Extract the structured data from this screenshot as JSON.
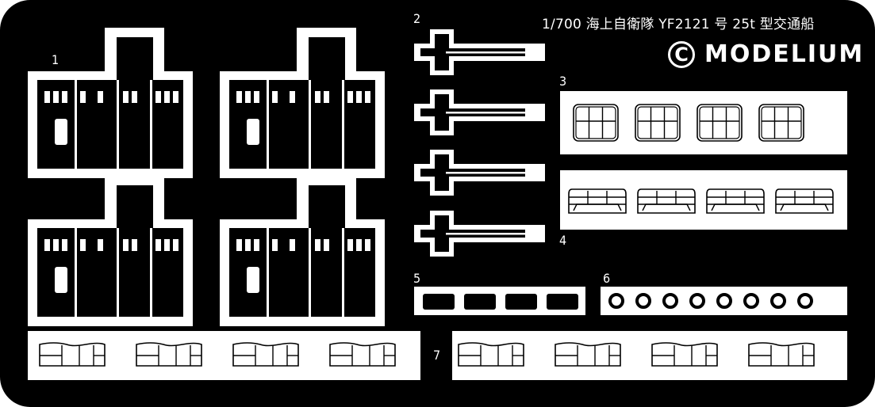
{
  "sheet": {
    "title": "1/700 海上自衛隊 YF2121 号 25t 型交通船",
    "brand": {
      "copyright_symbol": "C",
      "name": "MODELIUM"
    },
    "part_numbers": [
      "1",
      "2",
      "3",
      "4",
      "5",
      "6",
      "7"
    ],
    "colors": {
      "background": "#000000",
      "fret": "#ffffff"
    }
  }
}
